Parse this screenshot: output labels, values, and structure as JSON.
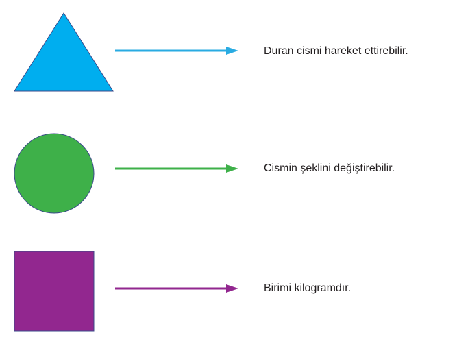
{
  "rows": [
    {
      "shape": "triangle",
      "color": "#00aeef",
      "stroke": "#3b4a8a",
      "arrow_color": "#29abe2",
      "text": "Duran cismi hareket ettirebilir."
    },
    {
      "shape": "circle",
      "color": "#3eb049",
      "stroke": "#3b4a8a",
      "arrow_color": "#3eb049",
      "text": "Cismin şeklini değiştirebilir."
    },
    {
      "shape": "square",
      "color": "#92278f",
      "stroke": "#3b4a8a",
      "arrow_color": "#92278f",
      "text": "Birimi kilogramdır."
    }
  ]
}
